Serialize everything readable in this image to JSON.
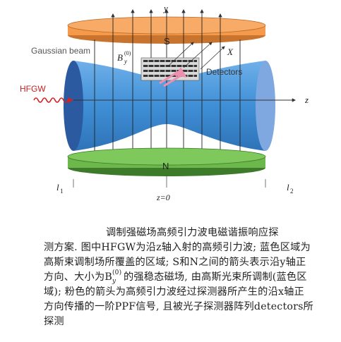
{
  "figure": {
    "label_y": "y",
    "label_z": "z",
    "label_x": "X",
    "label_S": "S",
    "label_N": "N",
    "label_gaussian": "Gaussian beam",
    "label_hfgw": "HFGW",
    "label_detectors": "Detectors",
    "label_by": "B",
    "label_by_sub": "y",
    "label_by_sup": "(0)",
    "label_l1": "l",
    "label_l1_sub": "1",
    "label_l2": "l",
    "label_l2_sub": "2",
    "label_z0": "z=0",
    "colors": {
      "plate": "#f59a4a",
      "plate_edge": "#b8692a",
      "plate_bottom": "#6cb84a",
      "plate_bottom_edge": "#3d7a2a",
      "beam": "#3f8fd6",
      "beam_end": "#2d5ea8",
      "wave": "#d22222",
      "detector": "#444444",
      "pink": "#ee8fb0"
    }
  },
  "caption": {
    "line1": "调制强磁场高频引力波电磁谐振响应探",
    "line2": "测方案. 图中HFGW为沿z轴入射的高频引力波; 蓝色区域为",
    "line3": "高斯束调制场所覆盖的区域; S和N之间的箭头表示沿y轴正",
    "line4_a": "方向、大小为B",
    "line4_sub": "y",
    "line4_sup": "(0)",
    "line4_b": "的强稳态磁场, 由高斯光束所调制(蓝色区",
    "line5": "域); 粉色的箭头为高频引力波经过探测器所产生的沿x轴正",
    "line6": "方向传播的一阶PPF信号, 且被光子探测器阵列detectors所",
    "line7": "探测"
  }
}
